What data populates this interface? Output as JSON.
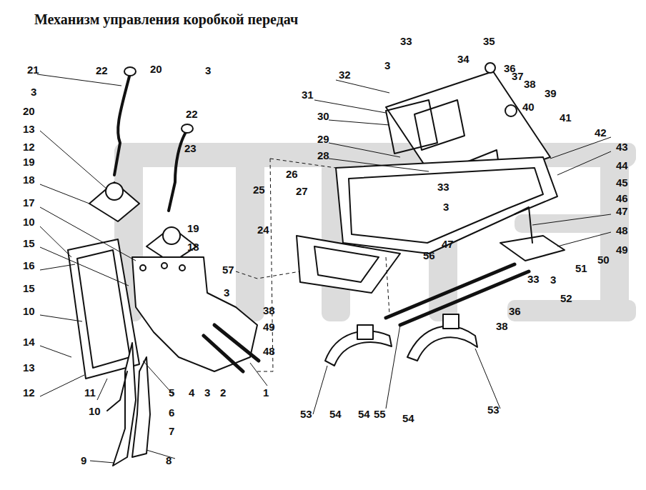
{
  "diagram": {
    "title": "Механизм управления коробкой передач",
    "labels": [
      "21",
      "22",
      "20",
      "3",
      "3",
      "20",
      "22",
      "13",
      "12",
      "19",
      "23",
      "18",
      "17",
      "19",
      "18",
      "10",
      "15",
      "16",
      "15",
      "10",
      "14",
      "13",
      "12",
      "11",
      "10",
      "9",
      "8",
      "7",
      "6",
      "5",
      "4",
      "3",
      "2",
      "1",
      "33",
      "35",
      "34",
      "36",
      "3",
      "37",
      "32",
      "38",
      "39",
      "40",
      "41",
      "31",
      "30",
      "42",
      "29",
      "43",
      "28",
      "44",
      "26",
      "45",
      "46",
      "33",
      "25",
      "27",
      "3",
      "47",
      "24",
      "48",
      "49",
      "56",
      "47",
      "50",
      "51",
      "33",
      "3",
      "52",
      "57",
      "3",
      "38",
      "36",
      "38",
      "49",
      "48",
      "53",
      "54",
      "54",
      "55",
      "54",
      "53"
    ]
  }
}
